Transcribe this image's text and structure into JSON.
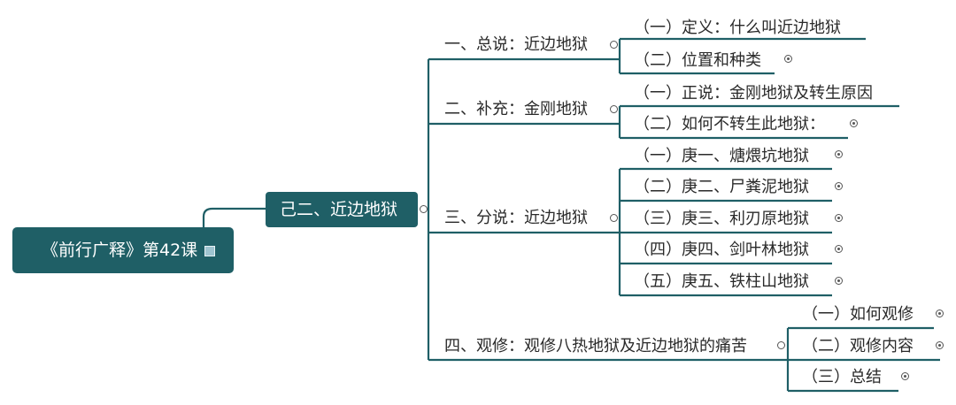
{
  "root": {
    "title": "《前行广释》第42课"
  },
  "main": {
    "title": "己二、近边地狱"
  },
  "branches": [
    {
      "title": "一、总说：近边地狱",
      "children": [
        "（一）定义：什么叫近边地狱",
        "（二）位置和种类"
      ]
    },
    {
      "title": "二、补充：金刚地狱",
      "children": [
        "（一）正说：金刚地狱及转生原因",
        "（二）如何不转生此地狱："
      ]
    },
    {
      "title": "三、分说：近边地狱",
      "children": [
        "（一）庚一、煻煨坑地狱",
        "（二）庚二、尸粪泥地狱",
        "（三）庚三、利刃原地狱",
        "（四）庚四、剑叶林地狱",
        "（五）庚五、铁柱山地狱"
      ]
    },
    {
      "title": "四、观修：观修八热地狱及近边地狱的痛苦",
      "children": [
        "（一）如何观修",
        "（二）观修内容",
        "（三）总结"
      ]
    }
  ],
  "colors": {
    "node_fill": "#1f5f66",
    "line": "#1f5f66"
  }
}
